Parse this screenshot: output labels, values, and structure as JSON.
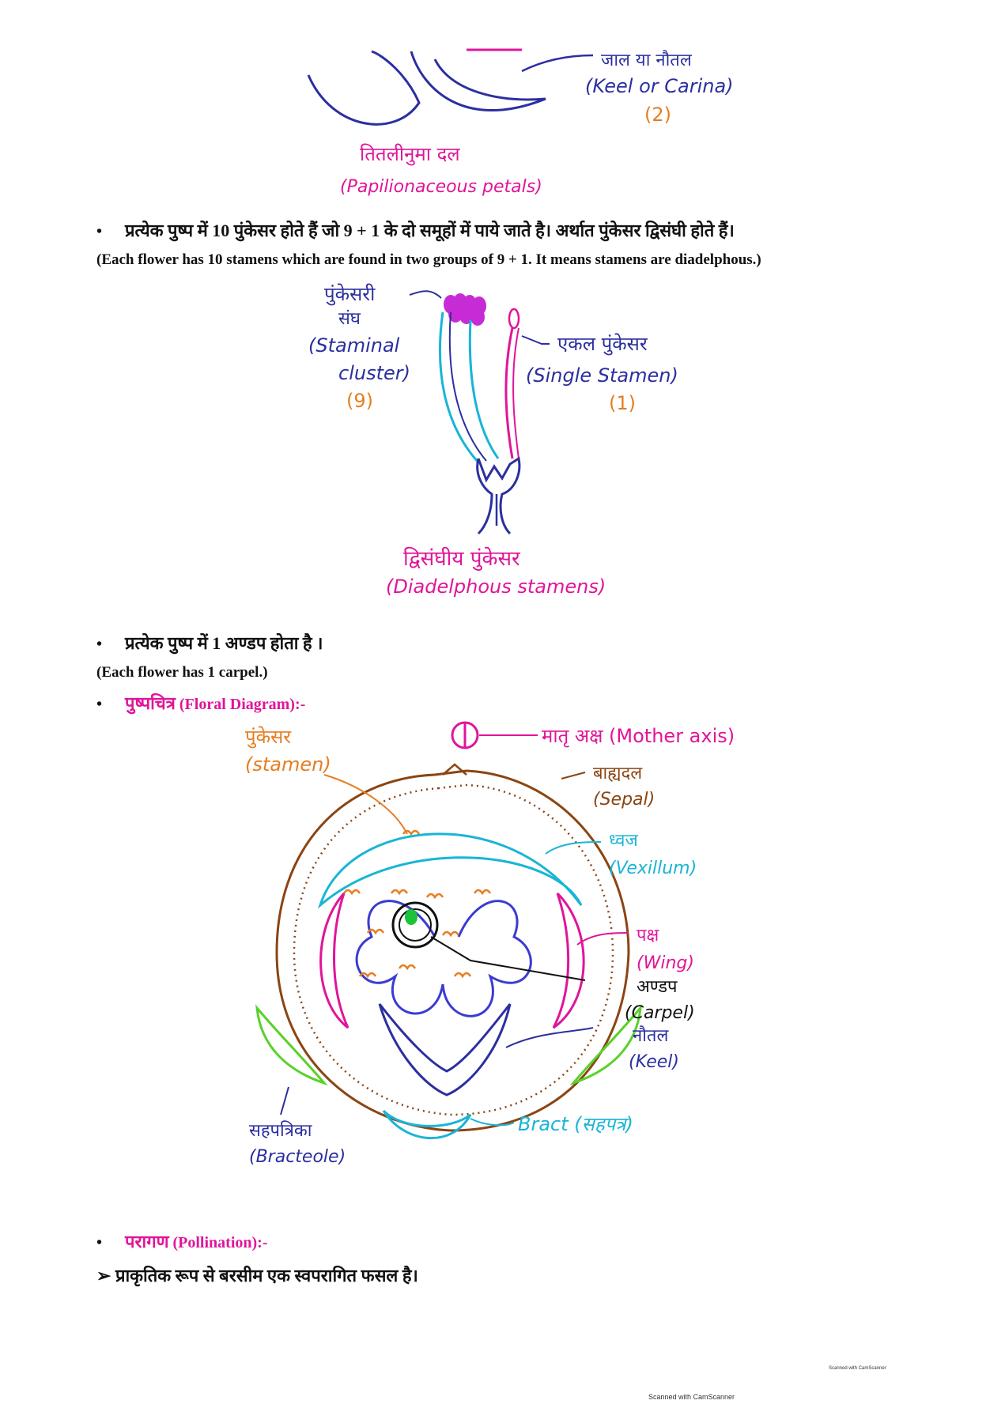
{
  "fig1": {
    "label_keel_hi": "जाल या नौतल",
    "label_keel_en": "(Keel or Carina)",
    "label_keel_count": "(2)",
    "caption_hi": "तितलीनुमा दल",
    "caption_en": "(Papilionaceous petals)"
  },
  "bullet1": {
    "text_hi": "प्रत्येक पुष्प में 10 पुंकेसर होते हैं जो 9 + 1 के दो समूहों में पाये जाते है। अर्थात पुंकेसर द्विसंघी होते हैं।",
    "text_en": "(Each flower has 10 stamens which are found in two groups of 9 + 1. It means stamens are diadelphous.)"
  },
  "fig2": {
    "cluster_hi_1": "पुंकेसरी",
    "cluster_hi_2": "संघ",
    "cluster_en_1": "(Staminal",
    "cluster_en_2": "cluster)",
    "cluster_count": "(9)",
    "single_hi": "एकल पुंकेसर",
    "single_en": "(Single Stamen)",
    "single_count": "(1)",
    "caption_hi": "द्विसंघीय पुंकेसर",
    "caption_en": "(Diadelphous stamens)"
  },
  "bullet2": {
    "text_hi": "प्रत्येक पुष्प में 1 अण्डप होता है ।",
    "text_en": "(Each flower has 1 carpel.)"
  },
  "bullet3": {
    "heading_hi": "पुष्पचित्र",
    "heading_en": "(Floral Diagram):-"
  },
  "fig3": {
    "mother_axis": "मातृ अक्ष (Mother axis)",
    "stamen_hi": "पुंकेसर",
    "stamen_en": "(stamen)",
    "sepal_hi": "बाह्यदल",
    "sepal_en": "(Sepal)",
    "vexillum_hi": "ध्वज",
    "vexillum_en": "(Vexillum)",
    "wing_hi": "पक्ष",
    "wing_en": "(Wing)",
    "carpel_hi": "अण्डप",
    "carpel_en": "(Carpel)",
    "keel_hi": "नौतल",
    "keel_en": "(Keel)",
    "bracteole_hi": "सहपत्रिका",
    "bracteole_en": "(Bracteole)",
    "bract": "Bract (सहपत्र)"
  },
  "bullet4": {
    "heading_hi": "परागण",
    "heading_en": "(Pollination):-"
  },
  "line5": {
    "arrow": "➢",
    "text_hi": "प्राकृतिक रूप से बरसीम एक स्वपरागित फसल है।"
  },
  "footer": {
    "small": "Scanned with CamScanner",
    "main": "Scanned with CamScanner"
  }
}
